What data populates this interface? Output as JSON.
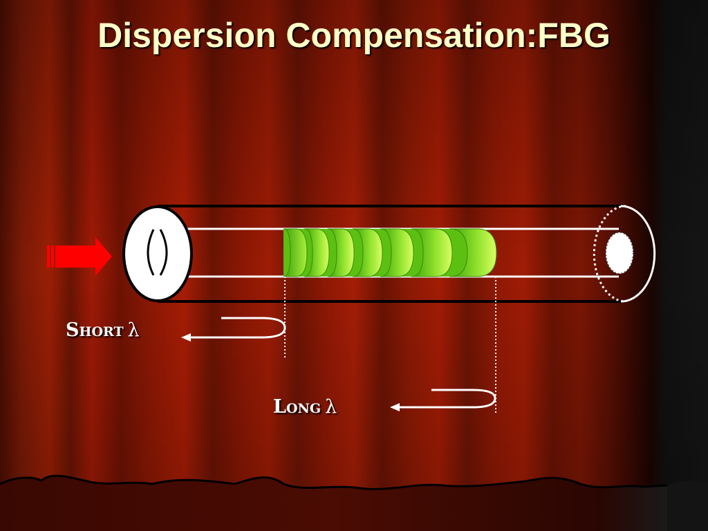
{
  "slide": {
    "title": "Dispersion Compensation:FBG",
    "short_label": "Short",
    "long_label": "Long",
    "lambda_symbol": "λ"
  },
  "colors": {
    "curtain_red": "#8a1205",
    "curtain_dark": "#2a0500",
    "title_color": "#ffffc8",
    "grating_green": "#7fd61a",
    "input_arrow": "#ff0000",
    "fiber_outline": "#000000",
    "fiber_core_line": "#ffffff"
  },
  "icons": {
    "input_arrow": "right-arrow-icon",
    "reflection_arrow": "u-turn-left-arrow-icon"
  }
}
